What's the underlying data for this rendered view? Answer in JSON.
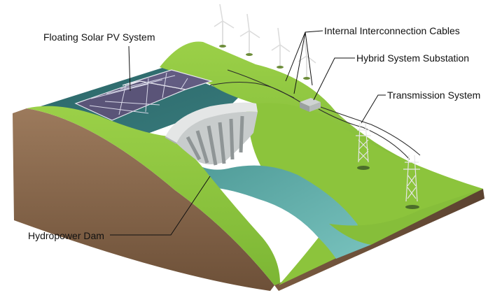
{
  "labels": {
    "floating_solar": "Floating Solar PV System",
    "interconnection_cables": "Internal Interconnection Cables",
    "substation": "Hybrid System Substation",
    "transmission": "Transmission System",
    "dam": "Hydropower Dam"
  },
  "colors": {
    "grass": "#8cc43c",
    "grass_dark": "#6fa02c",
    "soil": "#8a6a4e",
    "soil_dark": "#6a4e36",
    "reservoir": "#2f6f72",
    "river": "#5fb0ad",
    "dam": "#d9dcdc",
    "solar_panel": "#5a5478",
    "leader_line": "#111111"
  },
  "icons": {
    "wind_turbine": "wind-turbine-icon",
    "pylon": "transmission-tower-icon",
    "substation": "substation-icon"
  }
}
